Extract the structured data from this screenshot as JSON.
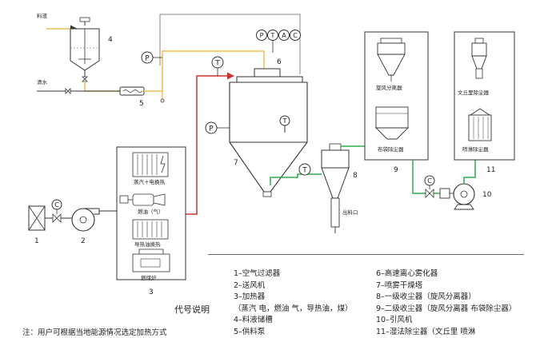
{
  "labels": {
    "feed_liquid": "料液",
    "clean_water": "清水",
    "heating_steam_electric": "蒸汽＋电换热",
    "fuel_oil_gas": "燃油（气）",
    "thermal_oil_exchange": "导热油换热",
    "coal_furnace": "燃煤炉",
    "discharge_port": "出料口",
    "cyclone_separator": "旋风分离器",
    "bag_dust_collector": "布袋除尘器",
    "venturi_dust_collector": "文丘里除尘器",
    "spray_dust_collector": "喷淋除尘器",
    "instrument_panel": "PTAC",
    "pressure_gauge": "P",
    "thermometer": "T",
    "control_valve": "C"
  },
  "numbers": {
    "n1": "1",
    "n2": "2",
    "n3": "3",
    "n4": "4",
    "n5": "5",
    "n6": "6",
    "n7": "7",
    "n8": "8",
    "n9": "9",
    "n10": "10",
    "n11": "11"
  },
  "legend": {
    "title": "代号说明",
    "left_items": [
      "1–空气过滤器",
      "2–送风机",
      "3–加热器",
      "（蒸汽 电，燃油 气，导热油，煤）",
      "4–料液储槽",
      "5–供料泵"
    ],
    "right_items": [
      "6–高速离心雾化器",
      "7–喷雾干燥塔",
      "8–一级收尘器（旋风分离器）",
      "9–二级收尘器（旋风分离器 布袋除尘器）",
      "10–引风机",
      "11–湿法除尘器（文丘里 喷淋"
    ],
    "footnote": "注：用户可根据当地能源情况选定加热方式"
  },
  "colors": {
    "feed_line": "#f2c14e",
    "hot_air_line": "#d0312d",
    "exhaust_line": "#2fae4a",
    "equipment_stroke": "#333333"
  }
}
